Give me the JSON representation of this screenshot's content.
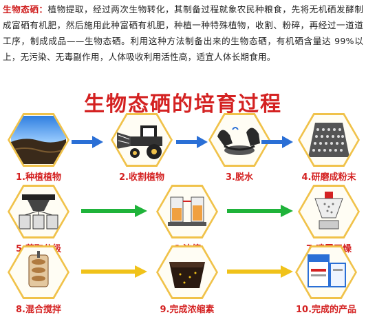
{
  "intro": {
    "lead": "生物态硒：",
    "body": "植物提取，经过两次生物转化，其制备过程就象农民种粮食，先将无机硒发酵制成富硒有机肥，然后施用此种富硒有机肥，种植一种特殊植物，收割、粉碎，再经过一道道工序，制成成品——生物态硒。利用这种方法制备出来的生物态硒，有机硒含量达 99%以上，无污染、无毒副作用，人体吸收利用活性高，适宜人体长期食用。"
  },
  "title": "生物态硒的培育过程",
  "colors": {
    "accent_red": "#d42222",
    "arrow_blue": "#2a6fd6",
    "arrow_green": "#1fb33a",
    "arrow_yellow": "#f0c21a",
    "hex_border": "#f0c24a"
  },
  "steps": [
    {
      "label": "1.种植植物",
      "icon": "planting-icon"
    },
    {
      "label": "2.收割植物",
      "icon": "harvester-icon"
    },
    {
      "label": "3.脱水",
      "icon": "dehydration-icon"
    },
    {
      "label": "4.研磨成粉末",
      "icon": "grinding-icon"
    },
    {
      "label": "5.萃取分级",
      "icon": "extraction-icon"
    },
    {
      "label": "6.浓缩",
      "icon": "concentration-icon"
    },
    {
      "label": "7.喷雾干燥",
      "icon": "spray-drying-icon"
    },
    {
      "label": "8.混合搅拌",
      "icon": "mixing-icon"
    },
    {
      "label": "9.完成浓缩素",
      "icon": "concentrate-icon"
    },
    {
      "label": "10.完成的产品",
      "icon": "product-icon"
    }
  ]
}
